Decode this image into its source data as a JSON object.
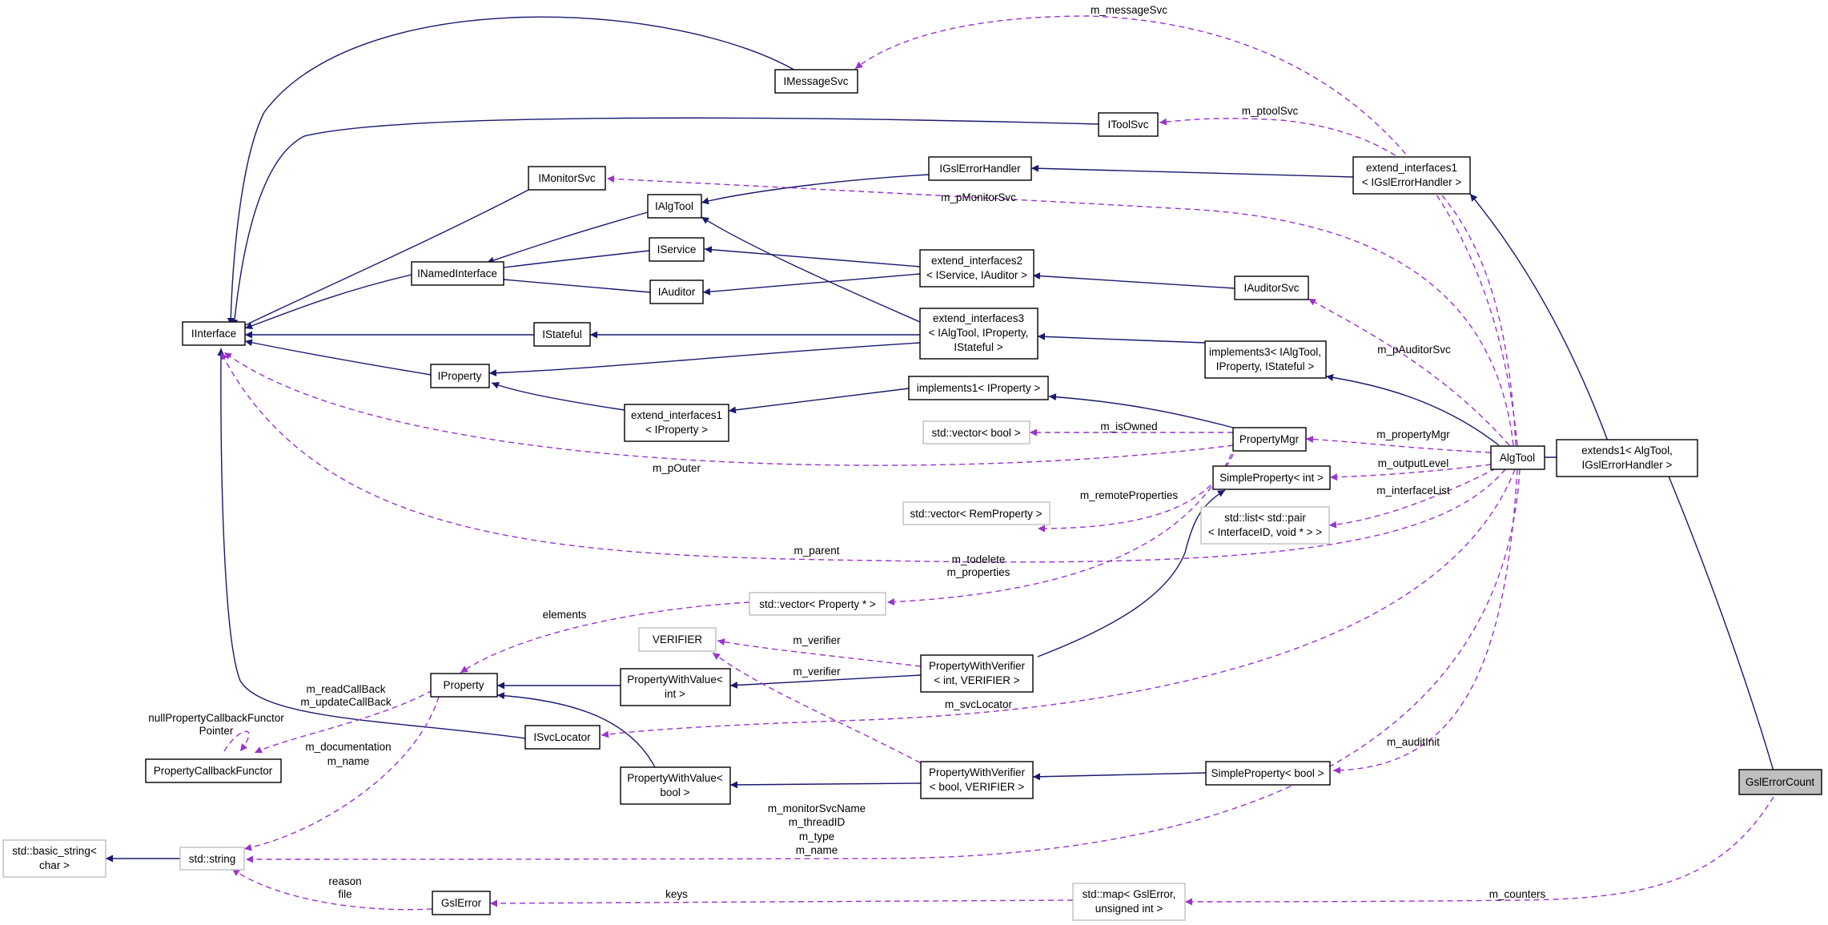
{
  "nodes": {
    "GslErrorCount": [
      "GslErrorCount"
    ],
    "extends1": [
      "extends1< AlgTool,",
      "IGslErrorHandler >"
    ],
    "AlgTool": [
      "AlgTool"
    ],
    "IMessageSvc": [
      "IMessageSvc"
    ],
    "IToolSvc": [
      "IToolSvc"
    ],
    "IGslErrorHandler": [
      "IGslErrorHandler"
    ],
    "extend_interfaces1_gsl": [
      "extend_interfaces1",
      "< IGslErrorHandler >"
    ],
    "IMonitorSvc": [
      "IMonitorSvc"
    ],
    "IAlgTool": [
      "IAlgTool"
    ],
    "IService": [
      "IService"
    ],
    "INamedInterface": [
      "INamedInterface"
    ],
    "IAuditor": [
      "IAuditor"
    ],
    "extend_interfaces2": [
      "extend_interfaces2",
      "< IService, IAuditor >"
    ],
    "IAuditorSvc": [
      "IAuditorSvc"
    ],
    "IInterface": [
      "IInterface"
    ],
    "IStateful": [
      "IStateful"
    ],
    "extend_interfaces3": [
      "extend_interfaces3",
      "< IAlgTool, IProperty,",
      "IStateful >"
    ],
    "implements3": [
      "implements3< IAlgTool,",
      "IProperty, IStateful >"
    ],
    "IProperty": [
      "IProperty"
    ],
    "implements1": [
      "implements1< IProperty >"
    ],
    "extend_interfaces1_prop": [
      "extend_interfaces1",
      "< IProperty >"
    ],
    "vector_bool": [
      "std::vector< bool >"
    ],
    "PropertyMgr": [
      "PropertyMgr"
    ],
    "SimplePropertyInt": [
      "SimpleProperty< int >"
    ],
    "vector_RemProperty": [
      "std::vector< RemProperty >"
    ],
    "list_pair": [
      "std::list< std::pair",
      "< InterfaceID, void * > >"
    ],
    "vector_Property": [
      "std::vector< Property * >"
    ],
    "VERIFIER": [
      "VERIFIER"
    ],
    "PropertyWithVerifierInt": [
      "PropertyWithVerifier",
      "< int, VERIFIER >"
    ],
    "Property": [
      "Property"
    ],
    "PropertyWithValueInt": [
      "PropertyWithValue<",
      "int >"
    ],
    "PropertyCallbackFunctor": [
      "PropertyCallbackFunctor"
    ],
    "ISvcLocator": [
      "ISvcLocator"
    ],
    "PropertyWithValueBool": [
      "PropertyWithValue<",
      "bool >"
    ],
    "PropertyWithVerifierBool": [
      "PropertyWithVerifier",
      "< bool, VERIFIER >"
    ],
    "SimplePropertyBool": [
      "SimpleProperty< bool >"
    ],
    "basic_string": [
      "std::basic_string<",
      "char >"
    ],
    "std_string": [
      "std::string"
    ],
    "GslError": [
      "GslError"
    ],
    "map_GslError": [
      "std::map< GslError,",
      "unsigned int >"
    ]
  },
  "edge_labels": {
    "m_messageSvc": [
      "m_messageSvc"
    ],
    "m_ptoolSvc": [
      "m_ptoolSvc"
    ],
    "m_pMonitorSvc": [
      "m_pMonitorSvc"
    ],
    "m_pAuditorSvc": [
      "m_pAuditorSvc"
    ],
    "m_propertyMgr": [
      "m_propertyMgr"
    ],
    "m_isOwned": [
      "m_isOwned"
    ],
    "m_pOuter": [
      "m_pOuter"
    ],
    "m_outputLevel": [
      "m_outputLevel"
    ],
    "m_remoteProperties": [
      "m_remoteProperties"
    ],
    "m_interfaceList": [
      "m_interfaceList"
    ],
    "m_parent": [
      "m_parent"
    ],
    "m_todelete_properties": [
      "m_todelete",
      "m_properties"
    ],
    "elements": [
      "elements"
    ],
    "m_verifier_top": [
      "m_verifier"
    ],
    "m_verifier_bottom": [
      "m_verifier"
    ],
    "callbacks": [
      "m_readCallBack",
      "m_updateCallBack"
    ],
    "nullProperty": [
      "nullPropertyCallbackFunctor",
      "Pointer"
    ],
    "m_svcLocator": [
      "m_svcLocator"
    ],
    "m_auditInit": [
      "m_auditInit"
    ],
    "doc_name": [
      "m_documentation",
      "m_name"
    ],
    "algtool_strings": [
      "m_monitorSvcName",
      "m_threadID",
      "m_type",
      "m_name"
    ],
    "reason_file": [
      "reason",
      "file"
    ],
    "keys": [
      "keys"
    ],
    "m_counters": [
      "m_counters"
    ]
  },
  "colors": {
    "inheritance": "#191970",
    "usage": "#9a32cd",
    "focus_fill": "#bfbfbf",
    "external_border": "#bfbfbf"
  }
}
